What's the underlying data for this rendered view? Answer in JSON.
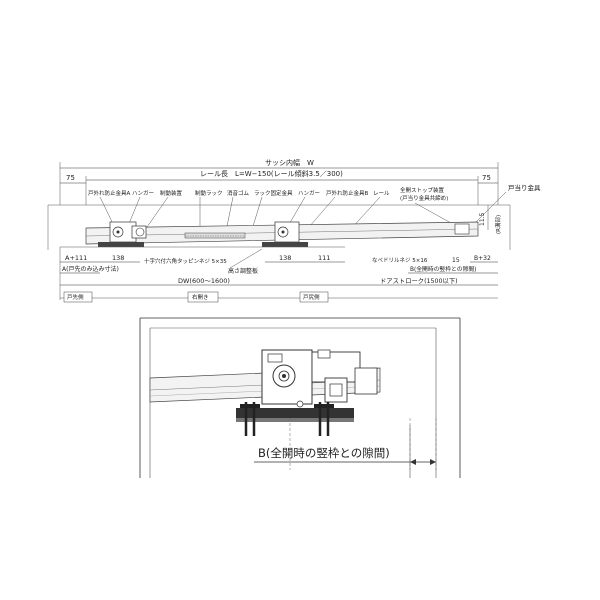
{
  "top_diagram": {
    "sash_width": "サッシ内幅　W",
    "dim_75_left": "75",
    "dim_75_right": "75",
    "rail_length": "レール長　L=W−150(レール傾斜3.5／300)",
    "door_stopper_fitting": "戸当り金具",
    "parts": {
      "anti_derail_a": "戸外れ防止金具A",
      "hanger_1": "ハンガー",
      "brake_device": "制動装置",
      "brake_rack": "制動ラック",
      "damper_rubber": "消音ゴム",
      "rack_fixing": "ラック固定金具",
      "hanger_2": "ハンガー",
      "anti_derail_b": "戸外れ防止金具B",
      "rail": "レール",
      "full_open_stopper": "全開ストップ装置",
      "full_open_stopper_sub": "(戸当り金具共締め)"
    },
    "height_label": "11.5",
    "height_note": "(R溝部)",
    "dim_a_plus_111": "A+111",
    "dim_138_left": "138",
    "screw_cross": "十字穴付六角タッピンネジ 5×35",
    "dim_138_right": "138",
    "dim_111": "111",
    "ball_screw": "なべドリルネジ 5×16",
    "dim_15": "15",
    "dim_b_plus_32": "B+32",
    "door_tip": "A(戸先のみ込み寸法)",
    "height_adjuster": "高さ調整板",
    "gap_b": "B(全開時の竪枠との隙間)",
    "dw": "DW(600〜1600)",
    "door_stroke": "ドアストローク(1500以下)",
    "box_left": "戸先側",
    "box_mid_left": "右開き",
    "box_mid_right": "戸尻側"
  },
  "detail": {
    "gap_label": "B(全開時の竪枠との隙間)"
  }
}
